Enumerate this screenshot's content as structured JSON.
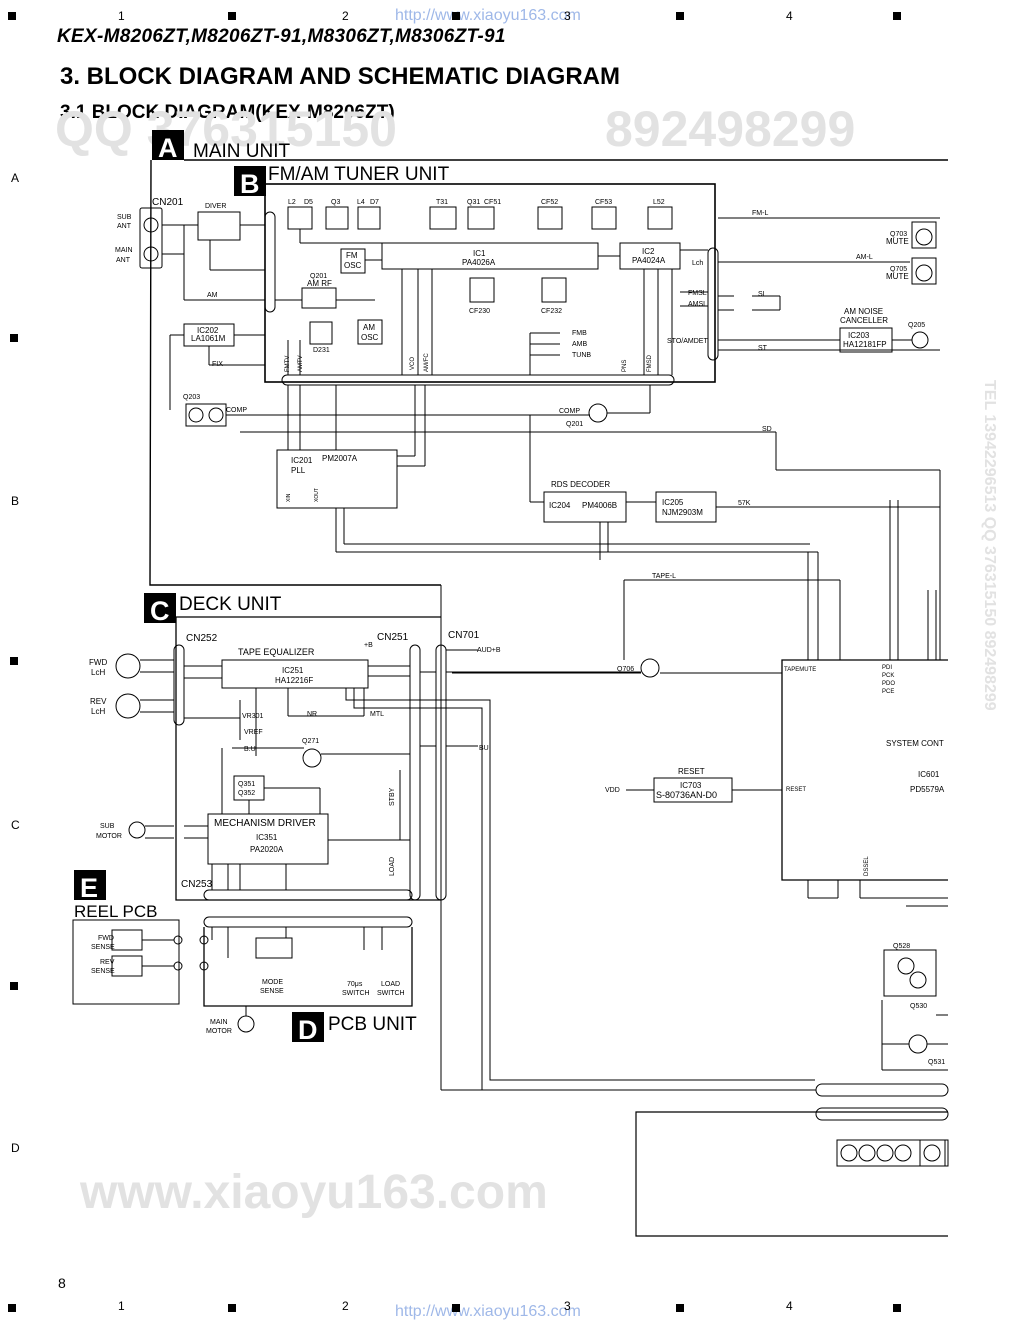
{
  "header": {
    "model_title": "KEX-M8206ZT,M8206ZT-91,M8306ZT,M8306ZT-91",
    "section_title": "3. BLOCK DIAGRAM AND SCHEMATIC DIAGRAM",
    "subsection_title": "3.1 BLOCK DIAGRAM(KEX-M8206ZT)",
    "url": "http://www.xiaoyu163.com"
  },
  "grid": {
    "columns": [
      "1",
      "2",
      "3",
      "4"
    ],
    "rows": [
      "A",
      "B",
      "C",
      "D"
    ]
  },
  "page_number": "8",
  "watermarks": {
    "qq_left": "QQ 376315150",
    "qq_right": "892498299",
    "bottom": "www.xiaoyu163.com",
    "tel_right": "TEL 13942296513 QQ 376315150 892498299"
  },
  "units": [
    {
      "letter": "A",
      "name": "MAIN UNIT"
    },
    {
      "letter": "B",
      "name": "FM/AM TUNER UNIT"
    },
    {
      "letter": "C",
      "name": "DECK UNIT"
    },
    {
      "letter": "D",
      "name": "PCB UNIT"
    },
    {
      "letter": "E",
      "name": "REEL PCB"
    }
  ],
  "blocks": {
    "ic1": {
      "ref": "IC1",
      "part": "PA4026A"
    },
    "ic2": {
      "ref": "IC2",
      "part": "PA4024A"
    },
    "ic202": {
      "ref": "IC202",
      "part": "LA1061M"
    },
    "ic201": {
      "ref": "IC201",
      "func": "PLL",
      "part": "PM2007A"
    },
    "ic203": {
      "title1": "AM NOISE",
      "title2": "CANCELLER",
      "ref": "IC203",
      "part": "HA12181FP"
    },
    "ic204": {
      "title": "RDS DECODER",
      "ref": "IC204",
      "part": "PM4006B"
    },
    "ic205": {
      "ref": "IC205",
      "part": "NJM2903M"
    },
    "ic251": {
      "title": "TAPE EQUALIZER",
      "ref": "IC251",
      "part": "HA12216F"
    },
    "ic351": {
      "title": "MECHANISM DRIVER",
      "ref": "IC351",
      "part": "PA2020A"
    },
    "ic703": {
      "title": "RESET",
      "ref": "IC703",
      "part": "S-80736AN-D0"
    },
    "ic601": {
      "title": "SYSTEM CONT",
      "ref": "IC601",
      "part": "PD5579A"
    },
    "fm_osc": [
      "FM",
      "OSC"
    ],
    "am_osc": [
      "AM",
      "OSC"
    ],
    "diver": "DIVER"
  },
  "labels": {
    "sub_ant": [
      "SUB",
      "ANT"
    ],
    "main_ant": [
      "MAIN",
      "ANT"
    ],
    "fwd_lch": [
      "FWD",
      "LcH"
    ],
    "rev_lch": [
      "REV",
      "LcH"
    ],
    "sub_motor": [
      "SUB",
      "MOTOR"
    ],
    "main_motor": [
      "MAIN",
      "MOTOR"
    ],
    "fwd_sense": [
      "FWD",
      "SENSE"
    ],
    "rev_sense": [
      "REV",
      "SENSE"
    ],
    "mode_sense": [
      "MODE",
      "SENSE"
    ],
    "switch_70us": [
      "70μs",
      "SWITCH"
    ],
    "load_switch": [
      "LOAD",
      "SWITCH"
    ],
    "q703_mute": [
      "Q703",
      "MUTE"
    ],
    "q705_mute": [
      "Q705",
      "MUTE"
    ],
    "q201_amrf": [
      "Q201",
      "AM RF"
    ]
  },
  "connectors": [
    "CN201",
    "CN252",
    "CN251",
    "CN701",
    "CN253"
  ],
  "parts": [
    "L2",
    "D5",
    "Q3",
    "L4",
    "D7",
    "T31",
    "Q31",
    "CF51",
    "CF52",
    "CF53",
    "L52",
    "CF230",
    "CF232",
    "D231",
    "Q203",
    "Q201",
    "Q205",
    "Q706",
    "Q271",
    "Q351",
    "Q352",
    "VR301",
    "Q528",
    "Q530",
    "Q531"
  ],
  "signals": [
    "FM-L",
    "AM-L",
    "AM",
    "FIX",
    "COMP",
    "SL",
    "ST",
    "SD",
    "FMSL",
    "AMSL",
    "STO/AMDET",
    "Lch",
    "FMB",
    "AMB",
    "TUNB",
    "FMTV",
    "AMTV",
    "VCO",
    "AM/FC",
    "PNS",
    "FMSD",
    "COMP",
    "PDI",
    "PCK",
    "PDO",
    "PCE",
    "XIN",
    "XOUT",
    "57K",
    "TAPE-L",
    "TAPEMUTE",
    "AUD+B",
    "+B",
    "BU",
    "B.U",
    "VREF",
    "NR",
    "MTL",
    "STBY",
    "LOAD",
    "VDD",
    "RESET",
    "DSSEL"
  ]
}
